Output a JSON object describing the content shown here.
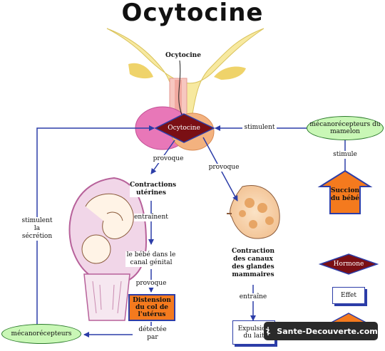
{
  "title": "Ocytocine",
  "nodes": {
    "ocytocine_top": "Ocytocine",
    "ocytocine_hormone": "Ocytocine",
    "contractions_uterines": "Contractions utérines",
    "bebe_canal": "le bébé dans le canal génital",
    "distension": "Distension du col de l'utérus",
    "mecanorecepteurs_bottom": "mécanorécepteurs",
    "mecanorecepteurs_mamelon": "mécanorécepteurs du mamelon",
    "succion": "Succion du bébé",
    "contraction_canaux": "Contraction des canaux des glandes mammaires",
    "expulsion": "Expulsion du lait"
  },
  "edges": {
    "provoque_left": "provoque",
    "provoque_right": "provoque",
    "entrainent": "entraînent",
    "provoque_bottom": "provoque",
    "detectee_par": "détectée par",
    "stimulent_left": "stimulent la sécrétion",
    "stimulent_top": "stimulent",
    "stimule": "stimule",
    "entraine": "entraîne"
  },
  "legend": {
    "hormone": "Hormone",
    "effet": "Effet"
  },
  "watermark": "Sante-Decouverte.com",
  "colors": {
    "hormone_fill": "#7a0f14",
    "effect_fill": "#f47a1e",
    "receptor_fill": "#c9f7b6",
    "arrow": "#2c3da8"
  }
}
